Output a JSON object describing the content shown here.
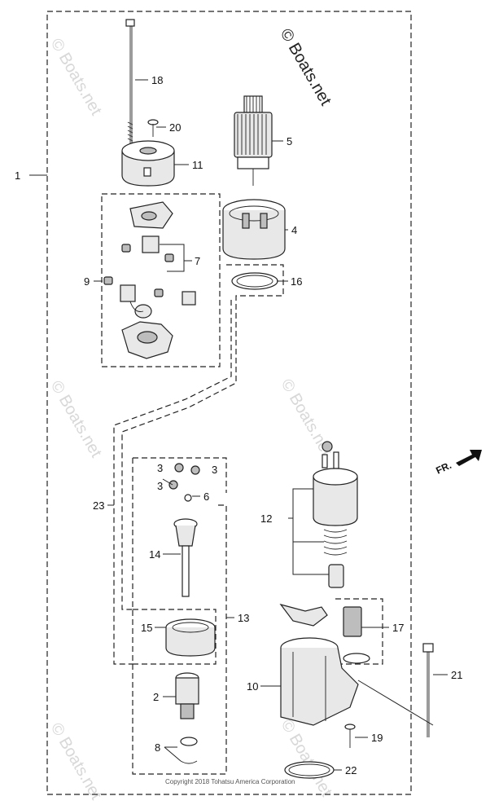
{
  "watermark": {
    "main": "© Boats.net",
    "repeat": "© Boats.net"
  },
  "copyright": "Copyright 2018 Tohatsu America Corporation",
  "direction_label": "FR.",
  "callouts": {
    "c1": "1",
    "c2": "2",
    "c3a": "3",
    "c3b": "3",
    "c3c": "3",
    "c4": "4",
    "c5": "5",
    "c6": "6",
    "c7": "7",
    "c8": "8",
    "c9": "9",
    "c10": "10",
    "c11": "11",
    "c12": "12",
    "c13": "13",
    "c14": "14",
    "c15": "15",
    "c16": "16",
    "c17": "17",
    "c18": "18",
    "c19": "19",
    "c20": "20",
    "c21": "21",
    "c22": "22",
    "c23": "23"
  }
}
